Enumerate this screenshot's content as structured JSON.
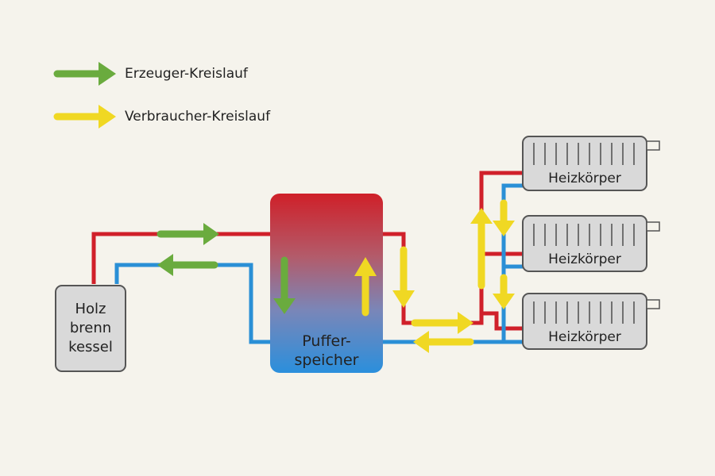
{
  "legend": {
    "producer": "Erzeuger-Kreislauf",
    "consumer": "Verbraucher-Kreislauf"
  },
  "boiler": {
    "line1": "Holz",
    "line2": "brenn",
    "line3": "kessel"
  },
  "tank": {
    "line1": "Puffer-",
    "line2": "speicher"
  },
  "radiators": [
    {
      "label": "Heizkörper"
    },
    {
      "label": "Heizkörper"
    },
    {
      "label": "Heizkörper"
    }
  ],
  "colors": {
    "background": "#f5f3ec",
    "hot_pipe": "#d0202a",
    "cold_pipe": "#2a8fd6",
    "producer_arrow": "#6aab3e",
    "consumer_arrow": "#f0d823"
  }
}
